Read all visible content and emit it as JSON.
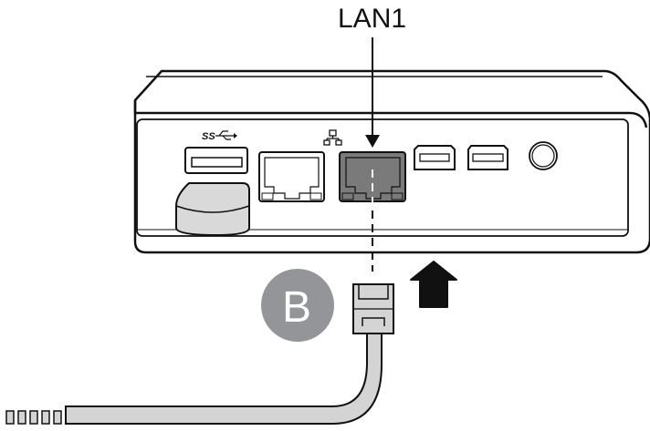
{
  "diagram": {
    "port_callout_label": "LAN1",
    "step_badge_letter": "B",
    "colors": {
      "outline": "#111111",
      "highlight_port": "#7a7a7a",
      "badge": "#939598",
      "cable": "#d4d4d4",
      "usb_plug": "#d9d9d9"
    },
    "ports": [
      {
        "id": "usb3",
        "icon": "usb-ss-icon"
      },
      {
        "id": "lan2",
        "icon": "network-icon"
      },
      {
        "id": "lan1",
        "icon": "network-icon",
        "highlighted": true
      },
      {
        "id": "mini-displayport-1"
      },
      {
        "id": "mini-displayport-2"
      },
      {
        "id": "audio-jack"
      }
    ]
  }
}
